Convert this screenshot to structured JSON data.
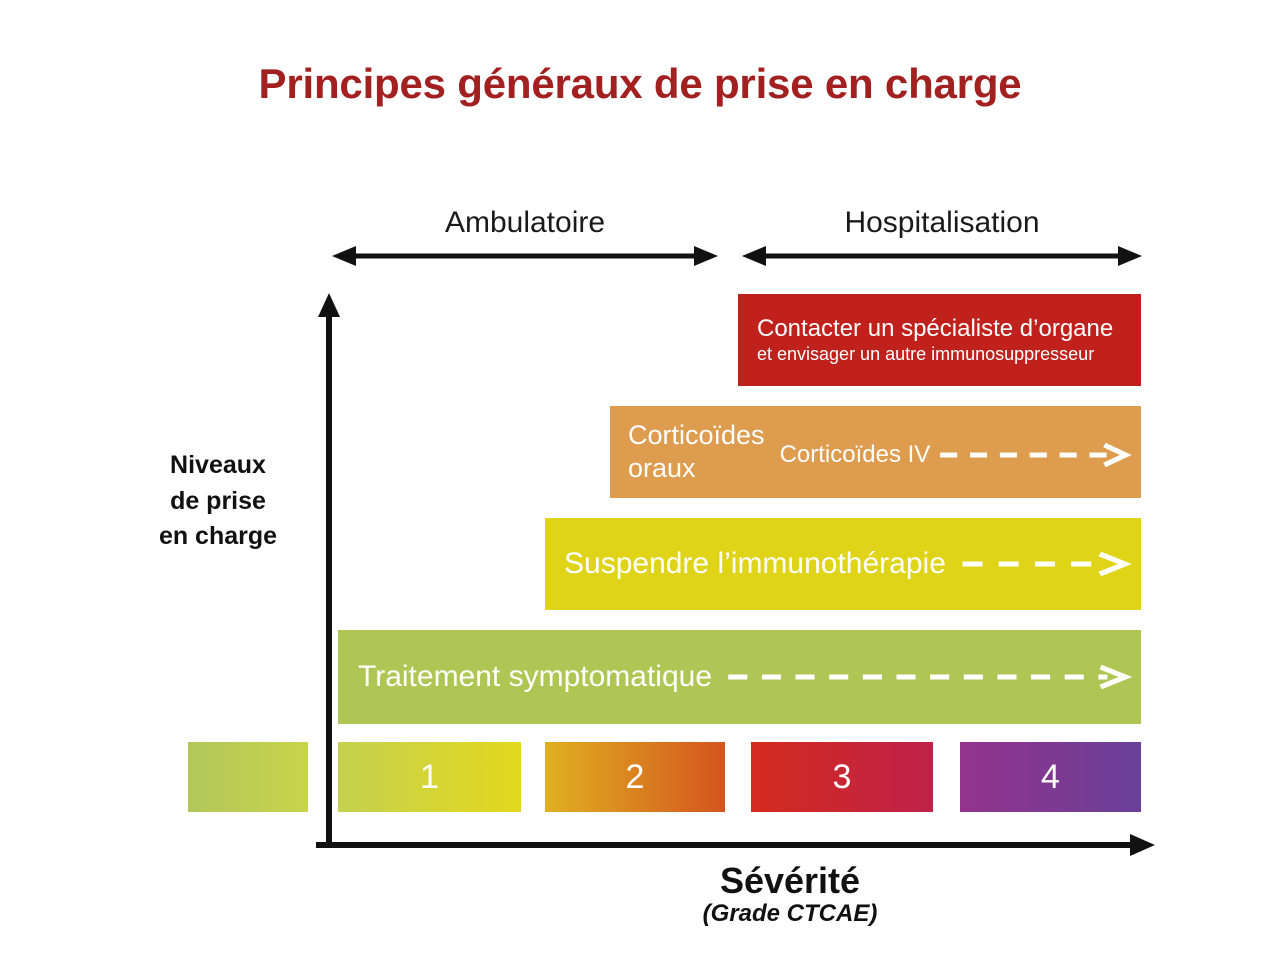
{
  "title": "Principes généraux de prise en charge",
  "phases": [
    {
      "label": "Ambulatoire",
      "arrow": "double-headed-arrow"
    },
    {
      "label": "Hospitalisation",
      "arrow": "double-headed-arrow"
    }
  ],
  "axes": {
    "y_label_line1": "Niveaux",
    "y_label_line2": "de prise",
    "y_label_line3": "en charge",
    "x_label_main": "Sévérité",
    "x_label_sub": "(Grade CTCAE)"
  },
  "levels": [
    {
      "id": "contacter-specialiste",
      "line1": "Contacter un spécialiste d’organe",
      "line2": "et envisager un autre immunosuppresseur",
      "color": "#c0211c",
      "continues": false
    },
    {
      "id": "corticoides",
      "primary": "Corticoïdes\noraux",
      "secondary": "Corticoïdes IV",
      "color": "#dd9c4e",
      "continues": true
    },
    {
      "id": "suspendre-immunotherapie",
      "primary": "Suspendre l’immunothérapie",
      "color": "#dfd418",
      "continues": true
    },
    {
      "id": "traitement-symptomatique",
      "primary": "Traitement symptomatique",
      "color": "#b0c654",
      "continues": true
    }
  ],
  "grades": [
    {
      "label": "",
      "from": "#b2c75a",
      "to": "#c8d44b"
    },
    {
      "label": "1",
      "from": "#c5d14f",
      "to": "#e3d81e"
    },
    {
      "label": "2",
      "from": "#e0b020",
      "to": "#d4551f"
    },
    {
      "label": "3",
      "from": "#d32b1e",
      "to": "#bf2149"
    },
    {
      "label": "4",
      "from": "#93338c",
      "to": "#694099"
    }
  ],
  "colors": {
    "title": "#a32020",
    "axis": "#111111",
    "text": "#1a1a1a"
  }
}
